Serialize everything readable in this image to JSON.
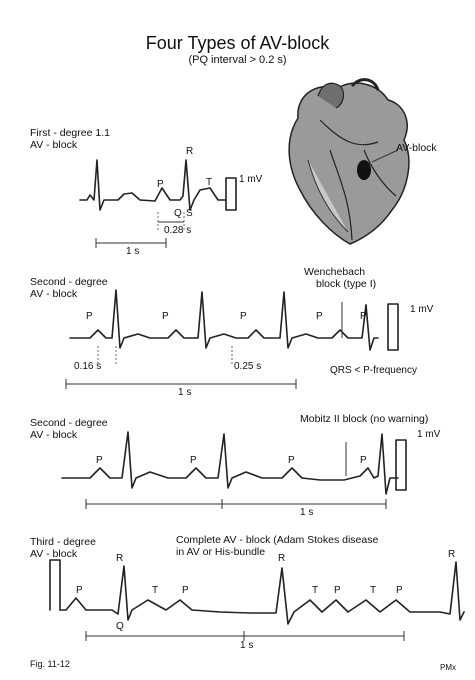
{
  "title": "Four Types of AV-block",
  "subtitle": "(PQ interval > 0.2 s)",
  "heart": {
    "label": "AV-block"
  },
  "panel1": {
    "heading1": "First - degree 1.1",
    "heading2": "AV - block",
    "mv": "1 mV",
    "p": "P",
    "r": "R",
    "q": "Q",
    "s": "S",
    "t": "T",
    "interval": "0.28 s",
    "scale": "1 s"
  },
  "panel2": {
    "heading1": "Second - degree",
    "heading2": "AV - block",
    "note1": "Wenchebach",
    "note2": "block (type I)",
    "mv": "1 mV",
    "p": "P",
    "interval_a": "0.16 s",
    "interval_b": "0.25 s",
    "scale": "1 s",
    "qrs_note": "QRS < P-frequency"
  },
  "panel3": {
    "heading1": "Second - degree",
    "heading2": "AV - block",
    "note": "Mobitz II block (no warning)",
    "mv": "1 mV",
    "p": "P",
    "scale": "1 s"
  },
  "panel4": {
    "heading1": "Third - degree",
    "heading2": "AV - block",
    "note1": "Complete  AV - block (Adam Stokes disease",
    "note2": "in AV or His-bundle",
    "p": "P",
    "r": "R",
    "q": "Q",
    "t": "T",
    "scale": "1 s"
  },
  "footer": {
    "fig": "Fig. 11-12",
    "initials": "PMx"
  }
}
